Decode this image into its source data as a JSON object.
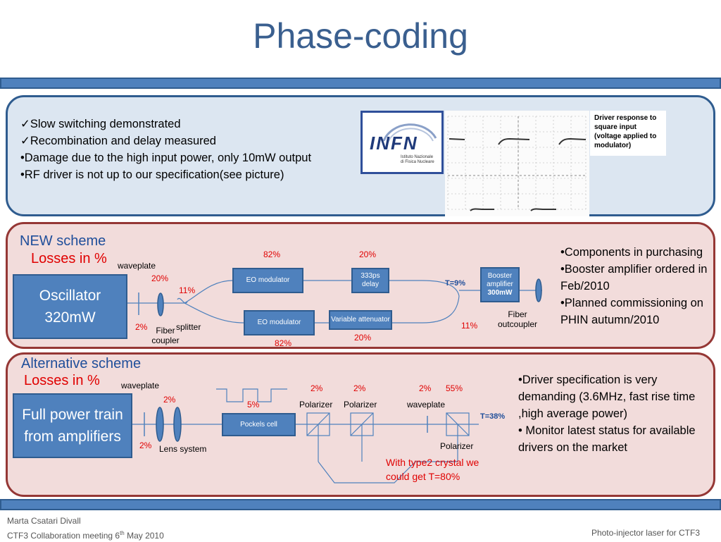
{
  "slide": {
    "title": "Phase-coding",
    "footer": {
      "author": "Marta Csatari Divall",
      "meeting": "CTF3 Collaboration meeting 6",
      "meeting_sup": "th",
      "meeting_end": " May 2010",
      "right": "Photo-injector laser for CTF3"
    }
  },
  "status_panel": {
    "bullets": [
      "✓Slow switching demonstrated",
      "✓Recombination and delay measured",
      "•Damage due to the high input power, only 10mW output",
      "•RF driver is not up to our specification(see picture)"
    ],
    "logo": {
      "acronym": "INFN",
      "line1": "Istituto Nazionale",
      "line2": "di Fisica Nucleare"
    },
    "figure_caption": "Driver response to square input (voltage applied to modulator)"
  },
  "new_scheme": {
    "heading": "NEW scheme",
    "losses": "Losses in %",
    "labels": {
      "waveplate": "waveplate",
      "oscillator": "Oscillator 320mW",
      "fiber_coupler": "Fiber coupler",
      "splitter": "splitter",
      "eo_mod_top": "EO modulator",
      "eo_mod_bottom": "EO modulator",
      "delay": "333ps delay",
      "var_att": "Variable attenuator",
      "booster_line1": "Booster amplifier",
      "booster_line2": "300mW",
      "fiber_outcoupler": "Fiber outcoupler",
      "transmission": "T=9%"
    },
    "losses_values": {
      "eo_top": "82%",
      "delay": "20%",
      "waveplate": "20%",
      "splitter": "11%",
      "coupler": "2%",
      "combiner": "11%",
      "var_att": "20%",
      "eo_bottom": "82%"
    },
    "bullets": [
      "•Components in purchasing",
      "•Booster amplifier ordered in Feb/2010",
      "•Planned commissioning on PHIN autumn/2010"
    ]
  },
  "alt_scheme": {
    "heading": "Alternative scheme",
    "losses": "Losses in %",
    "labels": {
      "waveplate_left": "waveplate",
      "source": "Full power train from amplifiers",
      "lens_system": "Lens system",
      "pockels": "Pockels cell",
      "polarizer_1": "Polarizer",
      "polarizer_2": "Polarizer",
      "waveplate_right": "waveplate",
      "polarizer_3": "Polarizer",
      "transmission": "T=38%",
      "note_line1": "With type2 crystal we",
      "note_line2": "could get  T=80%"
    },
    "losses_values": {
      "wp_top": "2%",
      "lens": "2%",
      "pockels": "5%",
      "pol1": "2%",
      "pol2": "2%",
      "wp_right": "2%",
      "pol3": "55%"
    },
    "bullets": [
      "•Driver specification is very demanding (3.6MHz, fast rise time ,high average power)",
      "• Monitor latest status for available drivers on the market"
    ]
  },
  "colors": {
    "accent_blue": "#4f81bd",
    "panel_blue": "#dce6f1",
    "panel_pink": "#f2dcdb",
    "loss_red": "#e00000",
    "title_blue": "#3a5f8f"
  }
}
